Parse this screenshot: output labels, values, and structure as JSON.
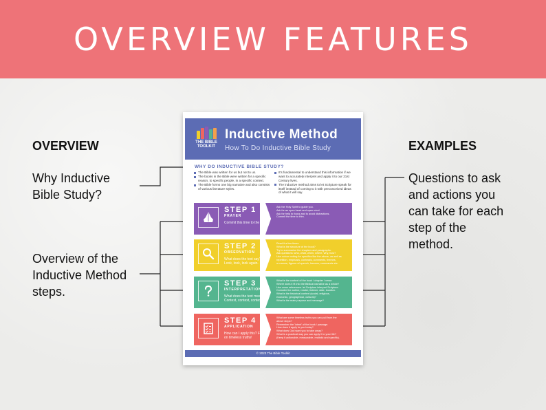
{
  "banner": {
    "title": "OVERVIEW FEATURES"
  },
  "left": {
    "heading": "OVERVIEW",
    "item1": [
      "Why Inductive",
      "Bible Study?"
    ],
    "item2": [
      "Overview of the",
      "Inductive Method",
      "steps."
    ]
  },
  "right": {
    "heading": "EXAMPLES",
    "lines": [
      "Questions to ask",
      "and actions you",
      "can take for each",
      "step of the",
      "method."
    ]
  },
  "poster": {
    "logo_icon": "bible-books-logo",
    "logo_text": [
      "THE BIBLE",
      "TOOLKIT"
    ],
    "title": "Inductive Method",
    "subtitle": "How To Do Inductive Bible Study",
    "why_title": "WHY DO INDUCTIVE BIBLE STUDY?",
    "why_left": [
      "The Bible was written for us but not to us.",
      "The books in the Bible were written for a specific reason, to specific people, in a specific context.",
      "The Bible forms one big narrative and also consists of various literature styles."
    ],
    "why_right": [
      "It's fundamental to understand this information if we want to accurately interpret and apply it to our 21st Century lives.",
      "The inductive method aims to let Scripture speak for itself instead of coming to it with preconceived ideas of what it will say."
    ],
    "steps": [
      {
        "label": "STEP 1",
        "sub": "PRAYER",
        "question": "Commit this time to the Lord.",
        "icon": "praying-hands-icon",
        "color": "#8a5bb5",
        "actions": [
          "Ask the Holy Spirit to guide you.",
          "Ask for an open heart and open mind.",
          "Ask for help to focus and to avoid distractions.",
          "Commit the time to Him."
        ]
      },
      {
        "label": "STEP 2",
        "sub": "OBSERVATION",
        "question": "What does the text say? Look, look, look again.",
        "icon": "magnifying-glass-icon",
        "color": "#f1cf2b",
        "actions": [
          "Read it a few times.",
          "What is the structure of the book?",
          "Try to summarise the chapters and paragraphs.",
          "Ask questions: who, what, when, where, why, how?",
          "Use colour coding for specifics like the above, as well as",
          "repetition, emphasis, contrasts, comments, themes,",
          "or names, figures of speech, lessons, commands etc."
        ]
      },
      {
        "label": "STEP 3",
        "sub": "INTERPRETATION",
        "question": "What does the text mean? Context, context, context.",
        "icon": "question-mark-icon",
        "color": "#54b58f",
        "actions": [
          "What is the context of the book / chapter / verse.",
          "Where does it fit into the Biblical narrative as a whole?",
          "Use cross references. let Scripture interpret Scripture.",
          "Consider the author, reader, listener, date, location.",
          "What is the historical context (social, religious,",
          "economic, geographical, cultural)?",
          "What is the main purpose and message?"
        ]
      },
      {
        "label": "STEP 4",
        "sub": "APPLICATION",
        "question": "How can I apply this? Focus on timeless truths!",
        "icon": "checklist-icon",
        "color": "#ef6560",
        "actions": [
          "What are some timeless truths you can pull from the",
          "above steps?",
          "Remember the 'intent' of the book / passage.",
          "How does it apply to you today?",
          "What does God want you to take away?",
          "What is a practical way you can apply it to your life?",
          "(Keep it actionable, measurable, realistic and specific)."
        ]
      }
    ],
    "footer": "© 2023 The Bible Toolkit"
  }
}
